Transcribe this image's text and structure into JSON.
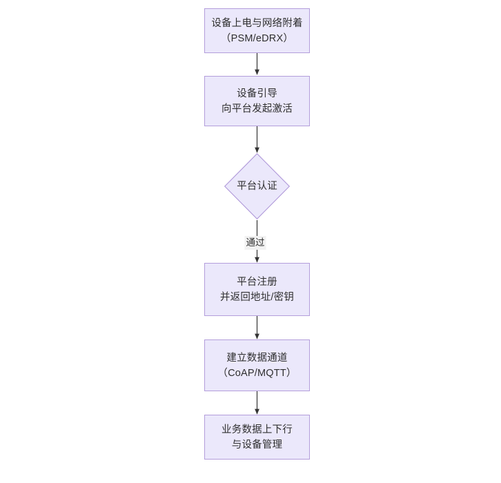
{
  "diagram": {
    "type": "flowchart",
    "orientation": "top-to-bottom",
    "background_color": "#ffffff",
    "node_fill_color": "#ebe8fb",
    "node_border_color": "#b39ddb",
    "connector_color": "#333333",
    "text_color": "#2f2f2f",
    "nodes": [
      {
        "id": "power-on",
        "shape": "rectangle",
        "line1": "设备上电与网络附着",
        "line2": "（PSM/eDRX）",
        "text": "设备上电与网络附着\n（PSM/eDRX）"
      },
      {
        "id": "bootstrap",
        "shape": "rectangle",
        "line1": "设备引导",
        "line2": "向平台发起激活",
        "text": "设备引导\n向平台发起激活"
      },
      {
        "id": "platform-auth",
        "shape": "diamond",
        "line1": "平台认证",
        "line2": "",
        "text": "平台认证"
      },
      {
        "id": "platform-register",
        "shape": "rectangle",
        "line1": "平台注册",
        "line2": "并返回地址/密钥",
        "text": "平台注册\n并返回地址/密钥"
      },
      {
        "id": "data-channel",
        "shape": "rectangle",
        "line1": "建立数据通道",
        "line2": "（CoAP/MQTT）",
        "text": "建立数据通道\n（CoAP/MQTT）"
      },
      {
        "id": "service-data",
        "shape": "rectangle",
        "line1": "业务数据上下行",
        "line2": "与设备管理",
        "text": "业务数据上下行\n与设备管理"
      }
    ],
    "edges": [
      {
        "from": "power-on",
        "to": "bootstrap",
        "label": ""
      },
      {
        "from": "bootstrap",
        "to": "platform-auth",
        "label": ""
      },
      {
        "from": "platform-auth",
        "to": "platform-register",
        "label": "通过"
      },
      {
        "from": "platform-register",
        "to": "data-channel",
        "label": ""
      },
      {
        "from": "data-channel",
        "to": "service-data",
        "label": ""
      }
    ]
  }
}
